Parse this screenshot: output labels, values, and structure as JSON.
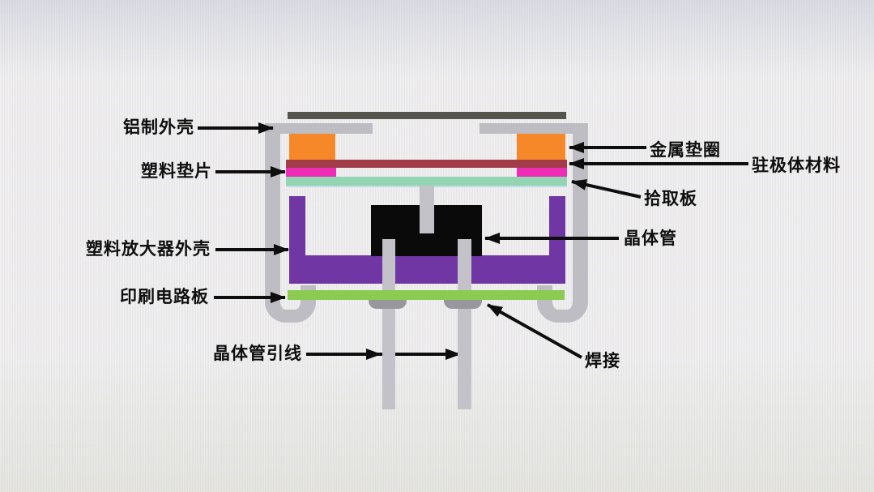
{
  "diagram": {
    "labels": {
      "aluminum_case": "铝制外壳",
      "plastic_gasket": "塑料垫片",
      "plastic_amplifier_case": "塑料放大器外壳",
      "printed_circuit_board": "印刷电路板",
      "transistor_leads": "晶体管引线",
      "metal_washer": "金属垫圈",
      "electret_material": "驻极体材料",
      "pickup_plate": "拾取板",
      "transistor": "晶体管",
      "solder": "焊接"
    },
    "colors": {
      "background": "#e6e6ec",
      "case_gray": "#bdbdc3",
      "top_plate_dark": "#55544e",
      "metal_washer_orange": "#f6882a",
      "electret_red": "#a23c49",
      "gasket_magenta": "#ee2cb5",
      "pickup_plate_teal": "#93d5b3",
      "amplifier_purple": "#7036a4",
      "transistor_black": "#0a0a0a",
      "pcb_green": "#8cca52",
      "solder_gray": "#98979e",
      "lead_gray": "#c2c2c8",
      "arrow_black": "#0e0e0e"
    }
  }
}
